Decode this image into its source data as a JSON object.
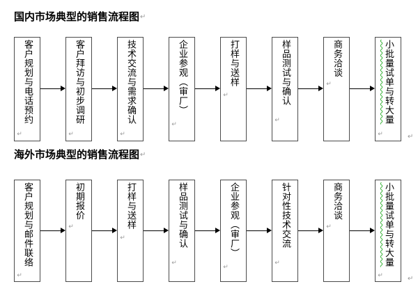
{
  "document": {
    "paragraph_mark": "↵",
    "sections": [
      {
        "id": "domestic",
        "title": "国内市场典型的销售流程图",
        "title_mark": "↵",
        "steps": [
          {
            "label": "客户规划与电话预约",
            "mark": "↵",
            "misspelled": false
          },
          {
            "label": "客户拜访与初步调研",
            "mark": "↵",
            "misspelled": false
          },
          {
            "label": "技术交流与需求确认",
            "mark": "↵",
            "misspelled": false
          },
          {
            "label": "企业参观（审厂）",
            "mark": "↵",
            "misspelled": false
          },
          {
            "label": "打样与送样",
            "mark": "↵",
            "misspelled": false
          },
          {
            "label": "样品测试与确认",
            "mark": "↵",
            "misspelled": false
          },
          {
            "label": "商务洽谈",
            "mark": "↵",
            "misspelled": false
          },
          {
            "label": "小批量试单与转大量",
            "mark": "↵",
            "misspelled": true
          }
        ]
      },
      {
        "id": "overseas",
        "title": "海外市场典型的销售流程图",
        "title_mark": "↵",
        "steps": [
          {
            "label": "客户规划与邮件联络",
            "mark": "↵",
            "misspelled": false
          },
          {
            "label": "初期报价",
            "mark": "↵",
            "misspelled": false
          },
          {
            "label": "打样与送样",
            "mark": "↵",
            "misspelled": false
          },
          {
            "label": "样品测试与确认",
            "mark": "↵",
            "misspelled": false
          },
          {
            "label": "企业参观（审厂）",
            "mark": "↵",
            "misspelled": false
          },
          {
            "label": "针对性技术交流",
            "mark": "↵",
            "misspelled": false
          },
          {
            "label": "商务洽谈",
            "mark": "↵",
            "misspelled": false
          },
          {
            "label": "小批量试单与转大量",
            "mark": "↵",
            "misspelled": true
          }
        ]
      }
    ]
  },
  "colors": {
    "page_background": "#ffffff",
    "box_border": "#4a4a4a",
    "text": "#000000",
    "arrow": "#000000",
    "spellcheck_underline": "#35b135",
    "mark_gray": "#9a9a9a"
  }
}
